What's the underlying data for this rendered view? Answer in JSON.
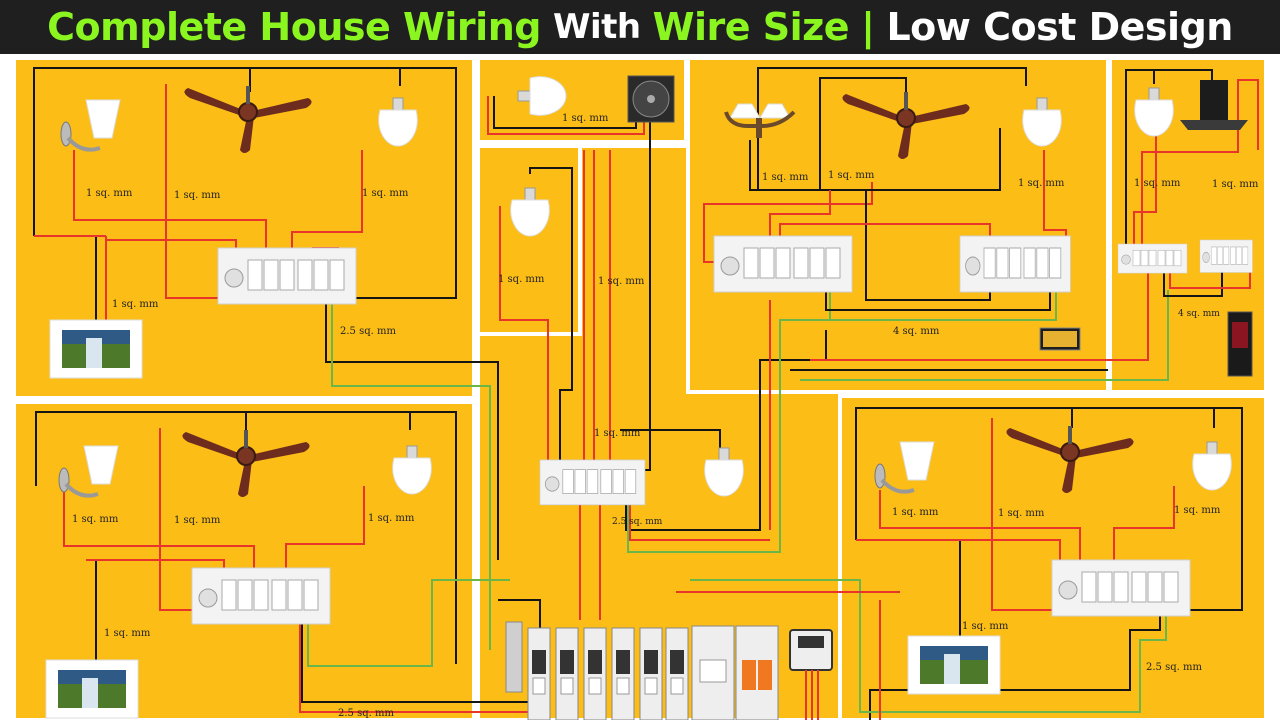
{
  "title": {
    "part1": "Complete House Wiring",
    "part2": "With",
    "part3": "Wire Size",
    "part4": "|",
    "part5": "Low Cost Design"
  },
  "colors": {
    "title_green": "#8bf520",
    "title_white": "#ffffff",
    "room_fill": "#fbbd16",
    "wire_red": "#e8352b",
    "wire_black": "#151515",
    "wire_green": "#6bb64b",
    "wall": "#ffffff"
  },
  "labels": {
    "r1_lamp": "1 sq. mm",
    "r1_fan": "1 sq. mm",
    "r1_bulb": "1 sq. mm",
    "r1_socket": "1 sq. mm",
    "r1_feed": "2.5 sq. mm",
    "bath_bulb": "1 sq. mm",
    "store_left": "1 sq. mm",
    "store_right": "1 sq. mm",
    "hall_bulb": "1 sq. mm",
    "hall_feed": "2.5 sq. mm",
    "r2_lamp": "1 sq. mm",
    "r2_fan": "1 sq. mm",
    "r2_feed": "4 sq. mm",
    "kit_left": "1 sq. mm",
    "kit_right": "1 sq. mm",
    "kit_feed": "4 sq. mm",
    "r3_lamp": "1 sq. mm",
    "r3_fan": "1 sq. mm",
    "r3_bulb": "1 sq. mm",
    "r3_socket": "1 sq. mm",
    "r3_feed": "2.5 sq. mm",
    "r4_lamp": "1 sq. mm",
    "r4_fan": "1 sq. mm",
    "r4_bulb": "1 sq. mm",
    "r4_socket": "1 sq. mm",
    "r4_feed": "2.5 sq. mm"
  },
  "icons": [
    "wall-lamp-icon",
    "ceiling-fan-icon",
    "led-bulb-icon",
    "switchboard-icon",
    "socket-icon",
    "exhaust-fan-icon",
    "chandelier-icon",
    "chimney-hood-icon",
    "tv-icon",
    "fridge-icon",
    "mcb-icon",
    "rccb-icon",
    "energy-meter-icon"
  ]
}
